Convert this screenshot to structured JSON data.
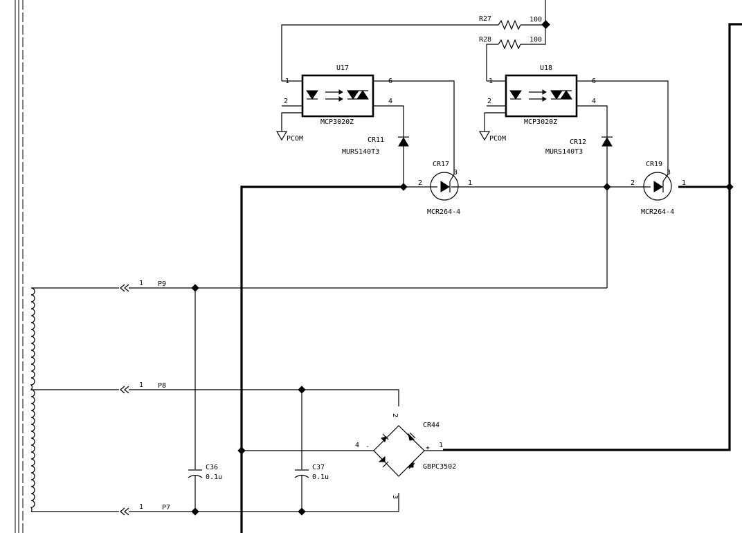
{
  "resistors": {
    "r27": {
      "ref": "R27",
      "value": "100"
    },
    "r28": {
      "ref": "R28",
      "value": "100"
    }
  },
  "optocouplers": {
    "u17": {
      "ref": "U17",
      "part": "MCP3020Z",
      "pin1": "1",
      "pin2": "2",
      "pin4": "4",
      "pin6": "6"
    },
    "u18": {
      "ref": "U18",
      "part": "MCP3020Z",
      "pin1": "1",
      "pin2": "2",
      "pin4": "4",
      "pin6": "6"
    }
  },
  "grounds": {
    "g1": "PCOM",
    "g2": "PCOM"
  },
  "diodes": {
    "cr11": {
      "ref": "CR11",
      "part": "MURS140T3"
    },
    "cr12": {
      "ref": "CR12",
      "part": "MURS140T3"
    }
  },
  "scrs": {
    "cr17": {
      "ref": "CR17",
      "part": "MCR264-4",
      "pin1": "1",
      "pin2": "2",
      "pin3": "3"
    },
    "cr19": {
      "ref": "CR19",
      "part": "MCR264-4",
      "pin1": "1",
      "pin2": "2",
      "pin3": "3"
    }
  },
  "connectors": {
    "p9": {
      "ref": "P9",
      "pin": "1"
    },
    "p8": {
      "ref": "P8",
      "pin": "1"
    },
    "p7": {
      "ref": "P7",
      "pin": "1"
    }
  },
  "capacitors": {
    "c36": {
      "ref": "C36",
      "value": "0.1u"
    },
    "c37": {
      "ref": "C37",
      "value": "0.1u"
    }
  },
  "bridge": {
    "ref": "CR44",
    "part": "GBPC3502",
    "pin1": "1",
    "pin2": "2",
    "pin3": "3",
    "pin4": "4",
    "plus": "+",
    "minus": "-"
  }
}
